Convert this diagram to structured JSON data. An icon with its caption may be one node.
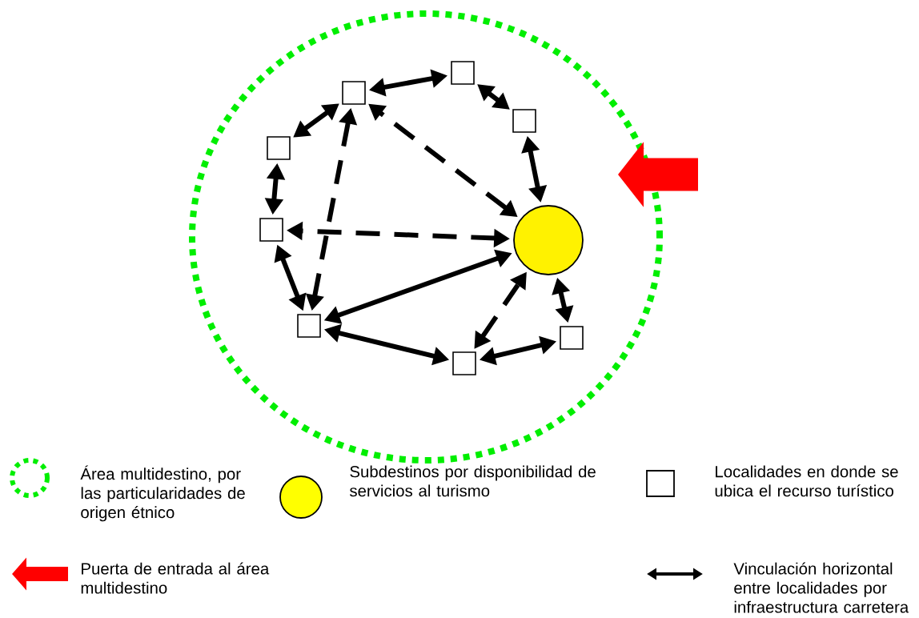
{
  "diagram": {
    "nodes": [
      {
        "text": [],
        "shape": "circle"
      },
      {
        "text": [],
        "shape": "box",
        "in": 0
      },
      {
        "text": [],
        "shape": "box",
        "in": 0
      },
      {
        "text": [],
        "shape": "box",
        "in": 0
      },
      {
        "text": [],
        "shape": "box",
        "in": 0
      },
      {
        "text": [],
        "shape": "box",
        "in": 0
      },
      {
        "text": [],
        "shape": "circle",
        "in": 0
      },
      {
        "text": [],
        "shape": "box",
        "in": 0
      },
      {
        "text": [],
        "shape": "box",
        "in": 0
      },
      {
        "text": [],
        "shape": "box",
        "in": 0
      }
    ],
    "edges": [
      {
        "from": 2,
        "to": 1,
        "arrow": "both"
      },
      {
        "from": 1,
        "to": 3,
        "arrow": "both"
      },
      {
        "from": 4,
        "to": 2,
        "arrow": "both"
      },
      {
        "from": 6,
        "to": 2,
        "arrow": "both",
        "style": "dashed"
      },
      {
        "from": 4,
        "to": 5,
        "arrow": "both"
      },
      {
        "from": 3,
        "to": 6,
        "arrow": "both"
      },
      {
        "from": 2,
        "to": 7,
        "arrow": "both",
        "style": "dashed"
      },
      {
        "from": 6,
        "to": 5,
        "arrow": "both",
        "style": "dashed"
      },
      {
        "from": 5,
        "to": 7,
        "arrow": "both"
      },
      {
        "from": 7,
        "to": 6,
        "arrow": "both"
      },
      {
        "from": 6,
        "to": 8,
        "arrow": "both"
      },
      {
        "from": 9,
        "to": 6,
        "arrow": "both",
        "style": "dashed"
      },
      {
        "from": 7,
        "to": 9,
        "arrow": "both"
      },
      {
        "from": 9,
        "to": 8,
        "arrow": "both"
      },
      {
        "from": null,
        "to": 0,
        "arrow": "to",
        "style": "thick",
        "color": "#ff0000"
      }
    ],
    "legend": [
      {
        "text": "Área multidestino, por las particularidades de origen étnico"
      },
      {
        "text": "Subdestinos por disponibilidad de servicios al turismo",
        "color": "#ffff00"
      },
      {
        "text": "Localidades en donde se ubica el recurso turístico"
      },
      {
        "text": "Puerta de entrada al área multidestino"
      },
      {
        "text": "Vinculación horizontal entre localidades por infraestructura carretera"
      }
    ]
  }
}
